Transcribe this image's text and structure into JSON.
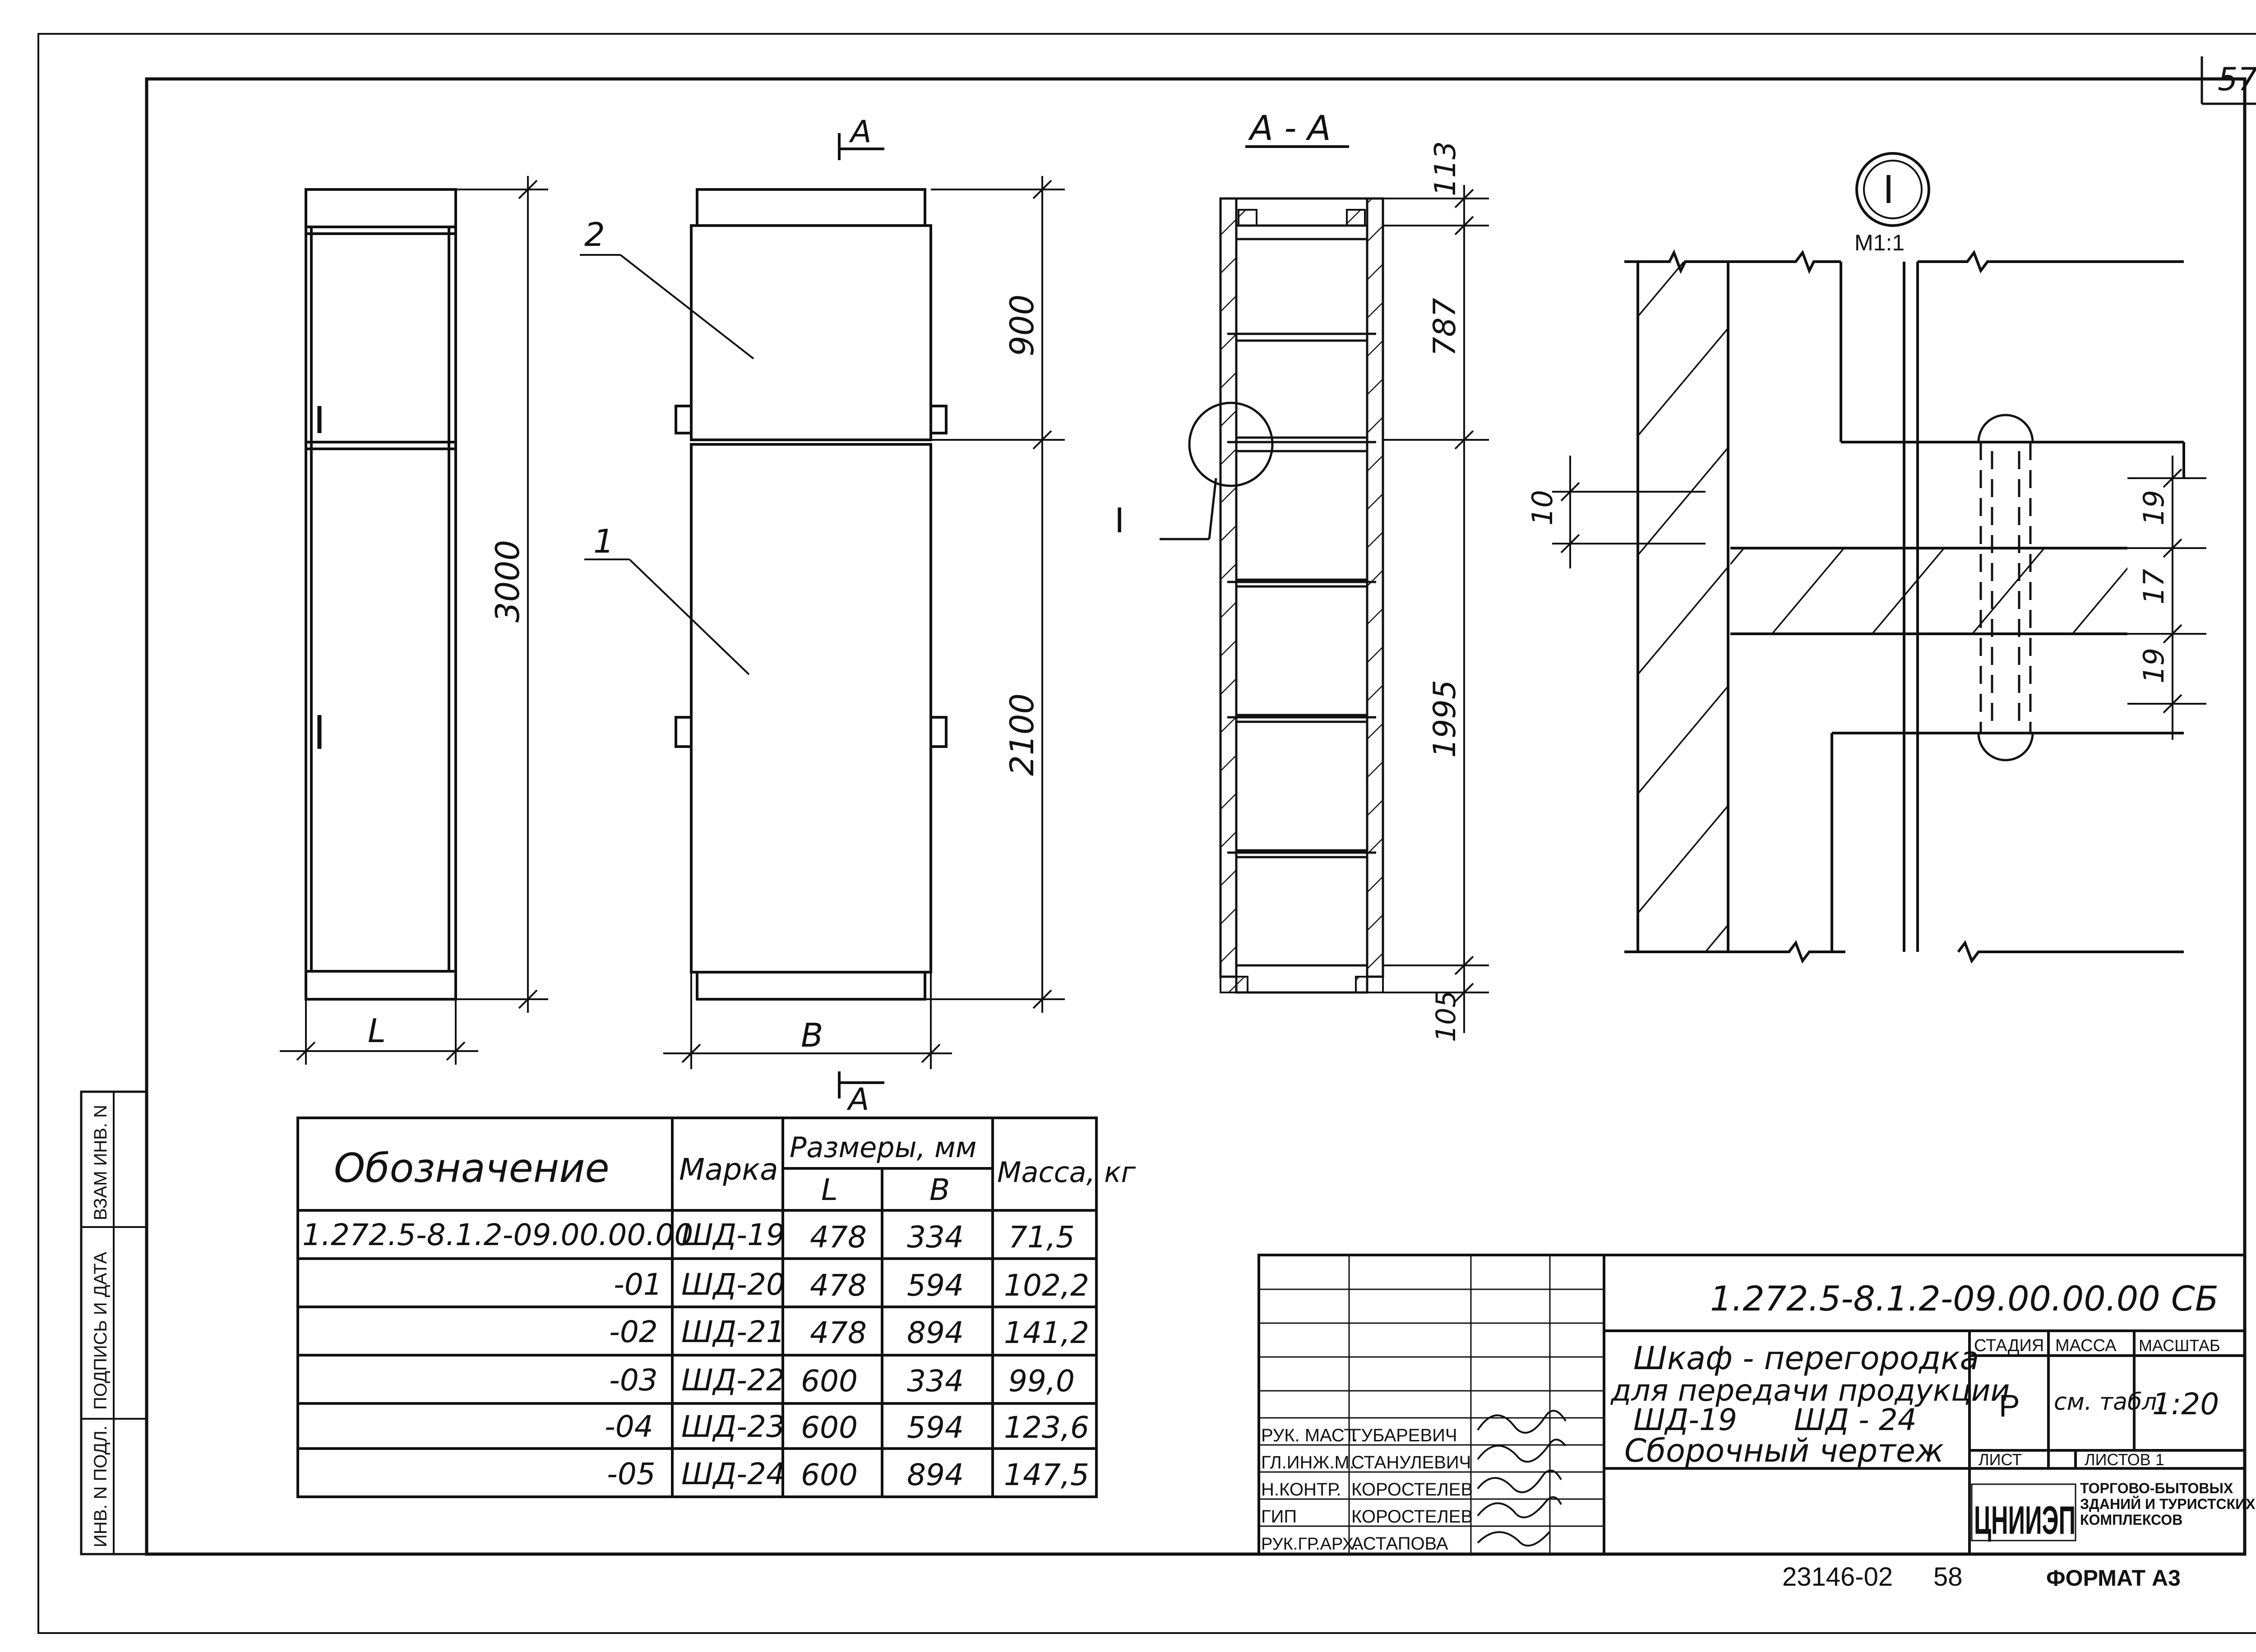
{
  "sheet": {
    "page_number": "57",
    "archive_number": "23146-02",
    "archive_page": "58",
    "format_label": "ФОРМАТ А3"
  },
  "side_stamp": {
    "cells": [
      "ИНВ. N ПОДЛ.",
      "ПОДПИСЬ И ДАТА",
      "ВЗАМ ИНВ. N"
    ]
  },
  "views": {
    "section_mark_top": "А",
    "section_mark_bottom": "А",
    "section_title": "А - А",
    "detail_label": "I",
    "detail_scale": "М1:1",
    "leader_2": "2",
    "leader_1": "1",
    "dims": {
      "total_height": "3000",
      "width_L": "L",
      "width_B": "B",
      "upper_part": "900",
      "lower_part": "2100",
      "sec_top": "113",
      "sec_upper": "787",
      "sec_lower": "1995",
      "sec_bottom": "105",
      "det_10": "10",
      "det_19a": "19",
      "det_17": "17",
      "det_19b": "19"
    }
  },
  "spec_table": {
    "h_designation": "Обозначение",
    "h_mark": "Марка",
    "h_dims": "Размеры, мм",
    "h_L": "L",
    "h_B": "B",
    "h_mass": "Масса, кг",
    "rows": [
      {
        "designation": "1.272.5-8.1.2-09.00.00.00",
        "mark": "ШД-19",
        "L": "478",
        "B": "334",
        "mass": "71,5"
      },
      {
        "designation": "-01",
        "mark": "ШД-20",
        "L": "478",
        "B": "594",
        "mass": "102,2"
      },
      {
        "designation": "-02",
        "mark": "ШД-21",
        "L": "478",
        "B": "894",
        "mass": "141,2"
      },
      {
        "designation": "-03",
        "mark": "ШД-22",
        "L": "600",
        "B": "334",
        "mass": "99,0"
      },
      {
        "designation": "-04",
        "mark": "ШД-23",
        "L": "600",
        "B": "594",
        "mass": "123,6"
      },
      {
        "designation": "-05",
        "mark": "ШД-24",
        "L": "600",
        "B": "894",
        "mass": "147,5"
      }
    ]
  },
  "title_block": {
    "doc_code": "1.272.5-8.1.2-09.00.00.00 СБ",
    "title_lines": [
      "Шкаф - перегородка",
      "для передачи продукции",
      "ШД-19      ШД - 24",
      "Сборочный чертеж"
    ],
    "stage_label": "СТАДИЯ",
    "mass_label": "МАССА",
    "scale_label": "МАСШТАБ",
    "stage_value": "Р",
    "mass_value": "см. табл.",
    "scale_value": "1:20",
    "sheet_label": "ЛИСТ",
    "sheets_label": "ЛИСТОВ 1",
    "org_logo": "ЦНИИЭП",
    "org_name_lines": [
      "ТОРГОВО-БЫТОВЫХ",
      "ЗДАНИЙ И ТУРИСТСКИХ",
      "КОМПЛЕКСОВ"
    ],
    "signers": [
      {
        "role": "РУК. МАСТ.",
        "name": "ГУБАРЕВИЧ"
      },
      {
        "role": "ГЛ.ИНЖ.М.",
        "name": "СТАНУЛЕВИЧ"
      },
      {
        "role": "Н.КОНТР.",
        "name": "КОРОСТЕЛЕВ"
      },
      {
        "role": "ГИП",
        "name": "КОРОСТЕЛЕВ"
      },
      {
        "role": "РУК.ГР.АРХ.",
        "name": "АСТАПОВА"
      }
    ]
  }
}
